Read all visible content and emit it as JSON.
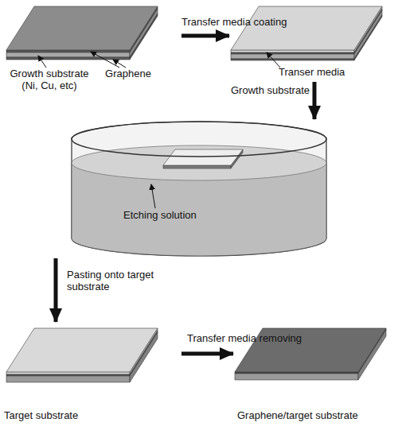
{
  "diagram": {
    "nodes": [
      {
        "text": [
          "Growth substrate (Ni, Cu, etc)",
          "Graphene"
        ]
      },
      {
        "text": [
          "Transer media"
        ]
      },
      {
        "text": [
          "Etching solution"
        ]
      },
      {
        "text": [
          "Target substrate"
        ]
      },
      {
        "text": [
          "Graphene/target substrate"
        ]
      }
    ],
    "edges": [
      {
        "from": 0,
        "to": 1,
        "arrow": "to",
        "label": "Transfer media coating"
      },
      {
        "from": 1,
        "to": 2,
        "arrow": "to",
        "label": "Growth substrate"
      },
      {
        "from": 2,
        "to": 3,
        "arrow": "to",
        "label": "Pasting onto target substrate"
      },
      {
        "from": 3,
        "to": 4,
        "arrow": "to",
        "label": "Transfer media removing"
      }
    ]
  }
}
